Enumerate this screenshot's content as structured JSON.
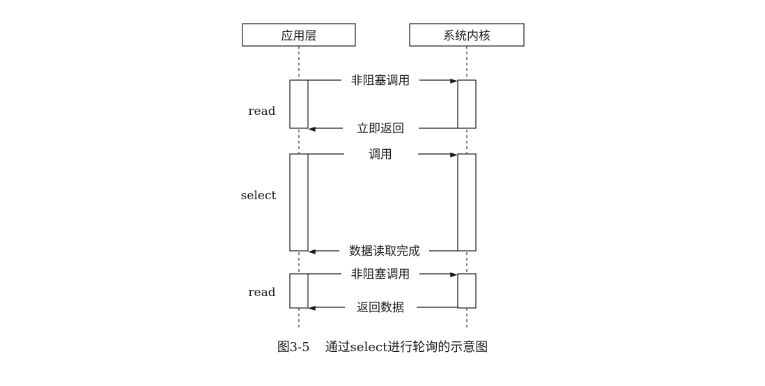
{
  "participants": {
    "app": "应用层",
    "kernel": "系统内核"
  },
  "phases": {
    "read1": "read",
    "select": "select",
    "read2": "read"
  },
  "messages": {
    "m1": "非阻塞调用",
    "m2": "立即返回",
    "m3": "调用",
    "m4": "数据读取完成",
    "m5": "非阻塞调用",
    "m6": "返回数据"
  },
  "caption": {
    "number": "图3-5",
    "title": "通过select进行轮询的示意图"
  }
}
